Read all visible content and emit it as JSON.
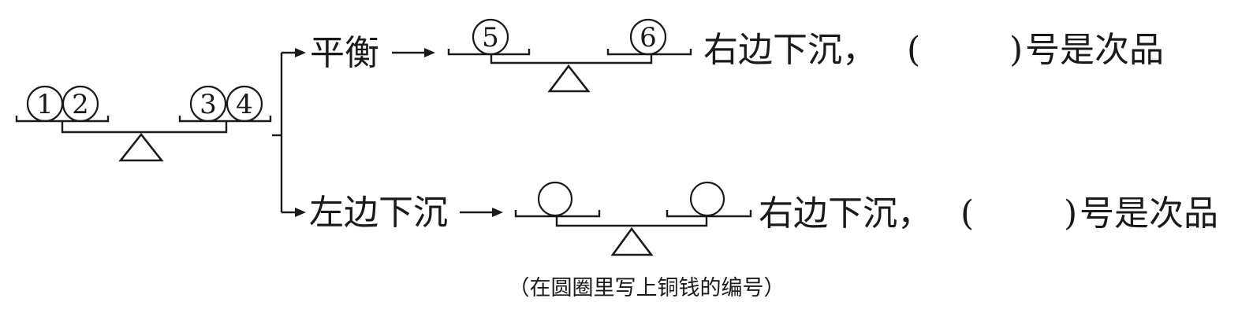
{
  "scale1": {
    "left_coins": [
      "1",
      "2"
    ],
    "right_coins": [
      "3",
      "4"
    ]
  },
  "branch_top": {
    "label": "平衡",
    "left_coin": "5",
    "right_coin": "6",
    "result_prefix": "右边下沉，",
    "open_paren": "(",
    "close_paren": ")",
    "result_suffix": "号是次品"
  },
  "branch_bottom": {
    "label": "左边下沉",
    "left_coin": "",
    "right_coin": "",
    "result_prefix": "右边下沉，",
    "open_paren": "(",
    "close_paren": ")",
    "result_suffix": "号是次品"
  },
  "caption": "（在圆圈里写上铜钱的编号）"
}
